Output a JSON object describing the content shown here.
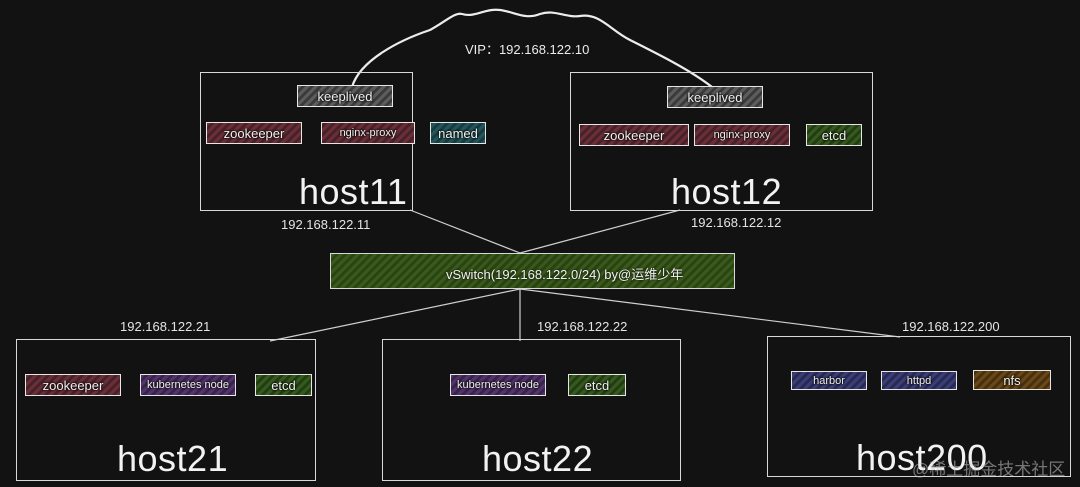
{
  "vip_label": "VIP：192.168.122.10",
  "vswitch_label": "vSwitch(192.168.122.0/24)    by@运维少年",
  "watermark": "@稀土掘金技术社区",
  "hosts": {
    "host11": {
      "name": "host11",
      "ip": "192.168.122.11",
      "services": [
        "keeplived",
        "zookeeper",
        "nginx-proxy",
        "named"
      ]
    },
    "host12": {
      "name": "host12",
      "ip": "192.168.122.12",
      "services": [
        "keeplived",
        "zookeeper",
        "nginx-proxy",
        "etcd"
      ]
    },
    "host21": {
      "name": "host21",
      "ip": "192.168.122.21",
      "services": [
        "zookeeper",
        "kubernetes node",
        "etcd"
      ]
    },
    "host22": {
      "name": "host22",
      "ip": "192.168.122.22",
      "services": [
        "kubernetes node",
        "etcd"
      ]
    },
    "host200": {
      "name": "host200",
      "ip": "192.168.122.200",
      "services": [
        "harbor",
        "httpd",
        "nfs"
      ]
    }
  },
  "colors": {
    "background": "#121212",
    "zookeeper": "#6b2e36",
    "keeplived": "#5c5c5c",
    "nginx-proxy": "#6b2e36",
    "named": "#22565a",
    "etcd": "#355a1d",
    "kubernetes-node": "#53336e",
    "harbor": "#3a3d78",
    "httpd": "#3a3d78",
    "nfs": "#6b4616",
    "vswitch": "#3a5a1c"
  }
}
